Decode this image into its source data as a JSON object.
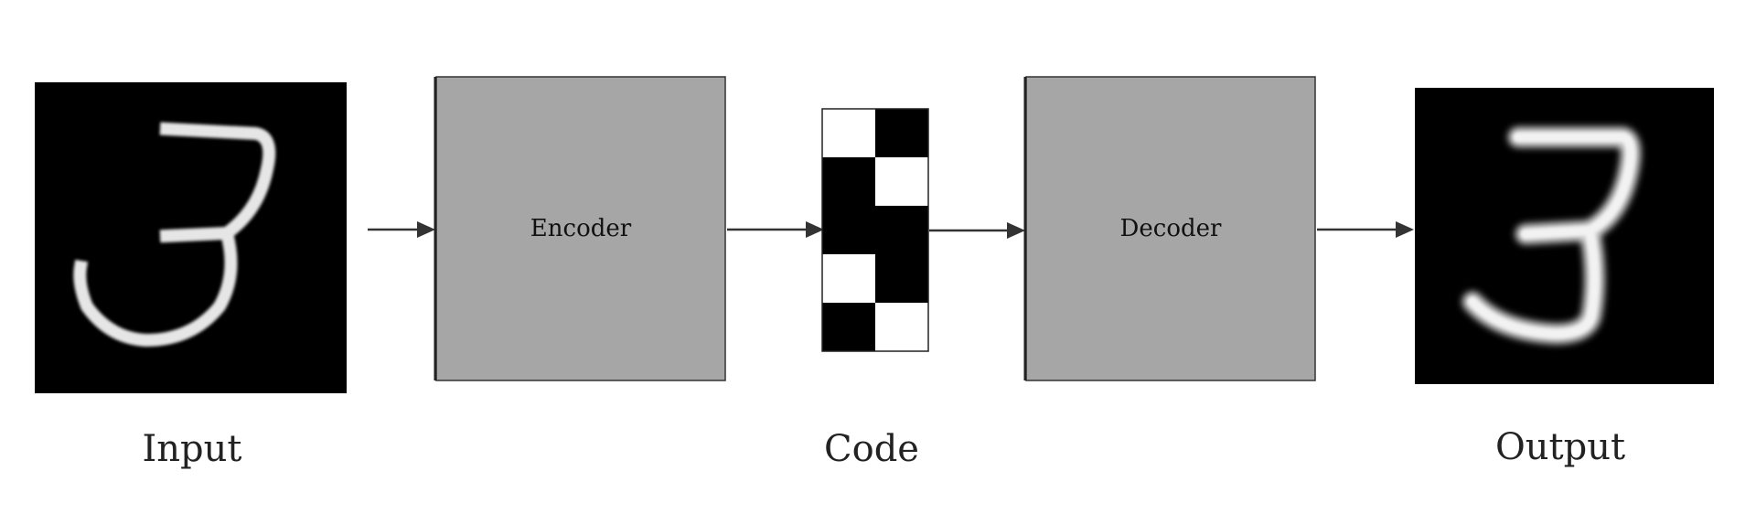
{
  "blocks": {
    "encoder": {
      "label": "Encoder"
    },
    "decoder": {
      "label": "Decoder"
    }
  },
  "captions": {
    "input": "Input",
    "code": "Code",
    "output": "Output"
  },
  "code_grid": {
    "rows": [
      [
        "white",
        "black"
      ],
      [
        "black",
        "white"
      ],
      [
        "black",
        "black"
      ],
      [
        "white",
        "black"
      ],
      [
        "black",
        "white"
      ]
    ]
  },
  "colors": {
    "block_fill": "#a6a6a6",
    "image_background": "#000000",
    "digit_stroke": "#f0f0f0"
  },
  "images": {
    "input": {
      "digit": "3",
      "style": "pixelated"
    },
    "output": {
      "digit": "3",
      "style": "blurred"
    }
  }
}
